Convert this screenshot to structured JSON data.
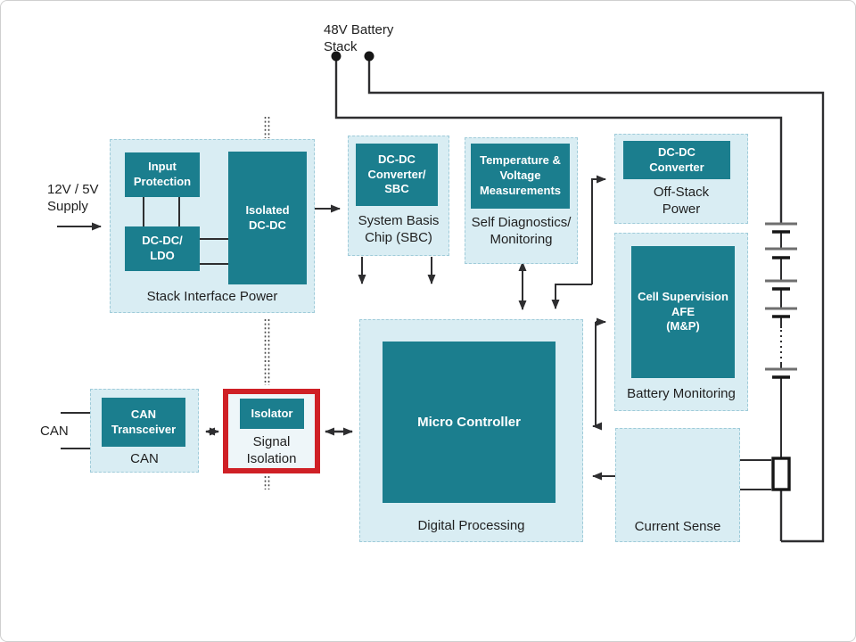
{
  "colors": {
    "teal": "#1b7e8e",
    "panel_bg": "#d9edf3",
    "panel_border": "#9fcbd9",
    "iso_bg": "#eef6f9",
    "red": "#cf2026",
    "wire": "#2e2e30",
    "ink": "#1f1f1f"
  },
  "annotations": {
    "battery_stack": "48V Battery\nStack",
    "supply": "12V / 5V\nSupply",
    "can_bus": "CAN"
  },
  "stack_interface_power": {
    "caption": "Stack Interface Power",
    "input_protection": "Input\nProtection",
    "dcdc_ldo": "DC-DC/\nLDO",
    "isolated_dcdc": "Isolated\nDC-DC"
  },
  "system_basis_chip": {
    "block": "DC-DC\nConverter/\nSBC",
    "caption": "System Basis\nChip (SBC)"
  },
  "diagnostics": {
    "block": "Temperature &\nVoltage\nMeasurements",
    "caption": "Self Diagnostics/\nMonitoring"
  },
  "off_stack_power": {
    "block": "DC-DC\nConverter",
    "caption": "Off-Stack\nPower"
  },
  "battery_monitoring": {
    "block": "Cell Supervision\nAFE\n(M&P)",
    "caption": "Battery Monitoring"
  },
  "digital_processing": {
    "block": "Micro Controller",
    "caption": "Digital Processing"
  },
  "can_interface": {
    "block": "CAN\nTransceiver",
    "caption": "CAN"
  },
  "signal_isolation": {
    "block": "Isolator",
    "caption": "Signal\nIsolation"
  },
  "current_sense": {
    "caption": "Current Sense"
  }
}
